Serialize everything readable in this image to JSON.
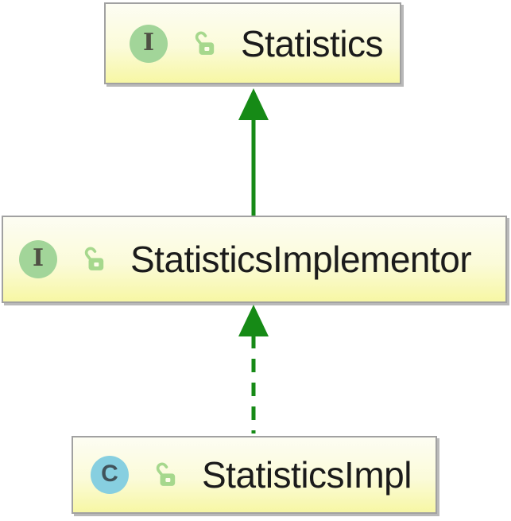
{
  "diagram": {
    "kind": "uml-class-diagram",
    "nodes": [
      {
        "id": "statistics",
        "label": "Statistics",
        "type": "interface",
        "icon_letter": "I",
        "visibility": "public"
      },
      {
        "id": "statistics_implementor",
        "label": "StatisticsImplementor",
        "type": "interface",
        "icon_letter": "I",
        "visibility": "public"
      },
      {
        "id": "statistics_impl",
        "label": "StatisticsImpl",
        "type": "class",
        "icon_letter": "C",
        "visibility": "public"
      }
    ],
    "edges": [
      {
        "from": "StatisticsImplementor",
        "to": "Statistics",
        "relation": "extends",
        "line": "solid",
        "arrowhead": "filled-triangle"
      },
      {
        "from": "StatisticsImpl",
        "to": "StatisticsImplementor",
        "relation": "implements",
        "line": "dashed",
        "arrowhead": "filled-triangle"
      }
    ],
    "colors": {
      "edge_green": "#168a16",
      "interface_badge_bg": "#a2d599",
      "class_badge_bg": "#87cfe0",
      "badge_letter": "#4f4f48",
      "lock_green": "#a6d88d",
      "node_border": "#a1a1a1",
      "node_bg_top": "#fdfdf3",
      "node_bg_bottom": "#f7f7a4",
      "label_text": "#1b1b1b"
    }
  }
}
